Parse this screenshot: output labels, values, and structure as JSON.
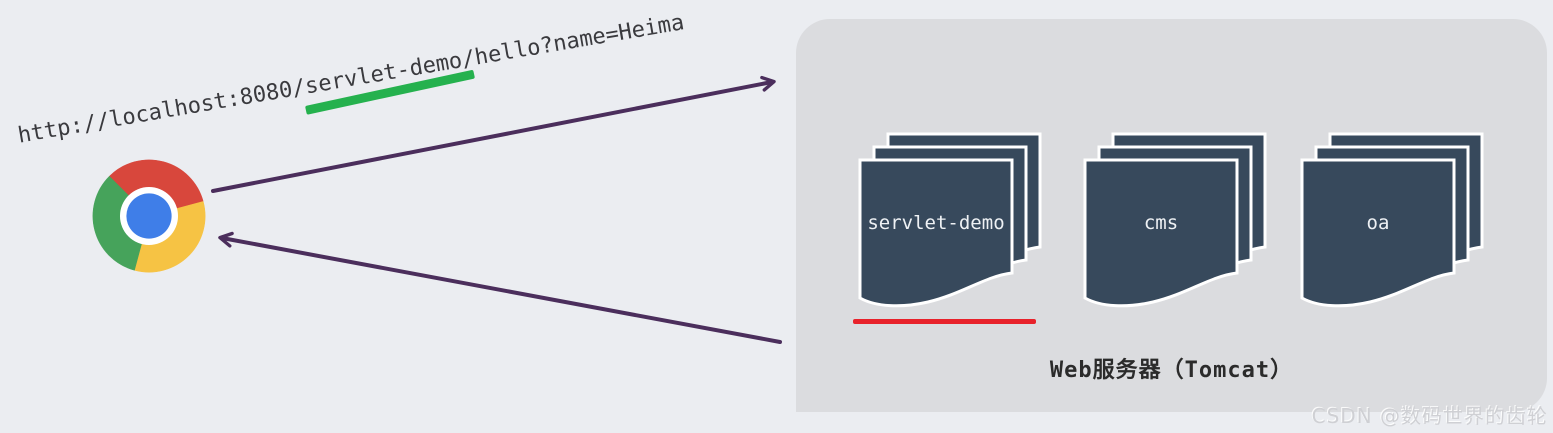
{
  "request": {
    "url_text": "http://localhost:8080/servlet-demo/hello?name=Heima",
    "highlighted_segment": "servlet-demo",
    "highlight_color": "#25b14e"
  },
  "browser": {
    "icon": "chrome-logo",
    "colors": {
      "red": "#d8473c",
      "green": "#46a35b",
      "yellow": "#f6c344",
      "blue": "#3f7ee8",
      "ring": "#ffffff"
    }
  },
  "arrows": {
    "color": "#4b2e5c",
    "request_arrow": "browser-to-server",
    "response_arrow": "server-to-browser"
  },
  "server_panel": {
    "bg": "#dbdcdf",
    "caption": "Web服务器（Tomcat）",
    "doc_fill": "#37495c",
    "doc_border": "#ffffff",
    "apps": [
      {
        "label": "servlet-demo",
        "active": true
      },
      {
        "label": "cms",
        "active": false
      },
      {
        "label": "oa",
        "active": false
      }
    ],
    "active_underline_color": "#e8222b"
  },
  "watermark": {
    "text": "CSDN @数码世界的齿轮"
  }
}
